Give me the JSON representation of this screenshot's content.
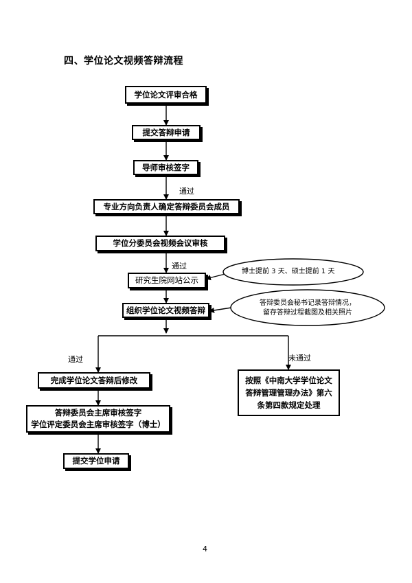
{
  "title": "四、学位论文视频答辩流程",
  "steps": {
    "s1": "学位论文评审合格",
    "s2": "提交答辩申请",
    "s3": "导师审核签字",
    "s4": "专业方向负责人确定答辩委员会成员",
    "s5": "学位分委员会视频会议审核",
    "s6": "研究生院网站公示",
    "s7": "组织学位论文视频答辩",
    "s8": "完成学位论文答辩后修改",
    "s9_line1": "答辩委员会主席审核签字",
    "s9_line2": "学位评定委员会主席审核签字（博士）",
    "s10": "提交学位申请",
    "fail_line1": "按照《中南大学学位论文",
    "fail_line2": "答辩管理管理办法》第六",
    "fail_line3": "条第四款规定处理"
  },
  "labels": {
    "pass1": "通过",
    "pass2": "通过",
    "pass3": "通过",
    "fail": "未通过"
  },
  "notes": {
    "note1": "博士提前 3 天、硕士提前 1 天",
    "note2_line1": "答辩委员会秘书记录答辩情况，",
    "note2_line2": "留存答辩过程截图及相关照片"
  },
  "page_number": "4"
}
